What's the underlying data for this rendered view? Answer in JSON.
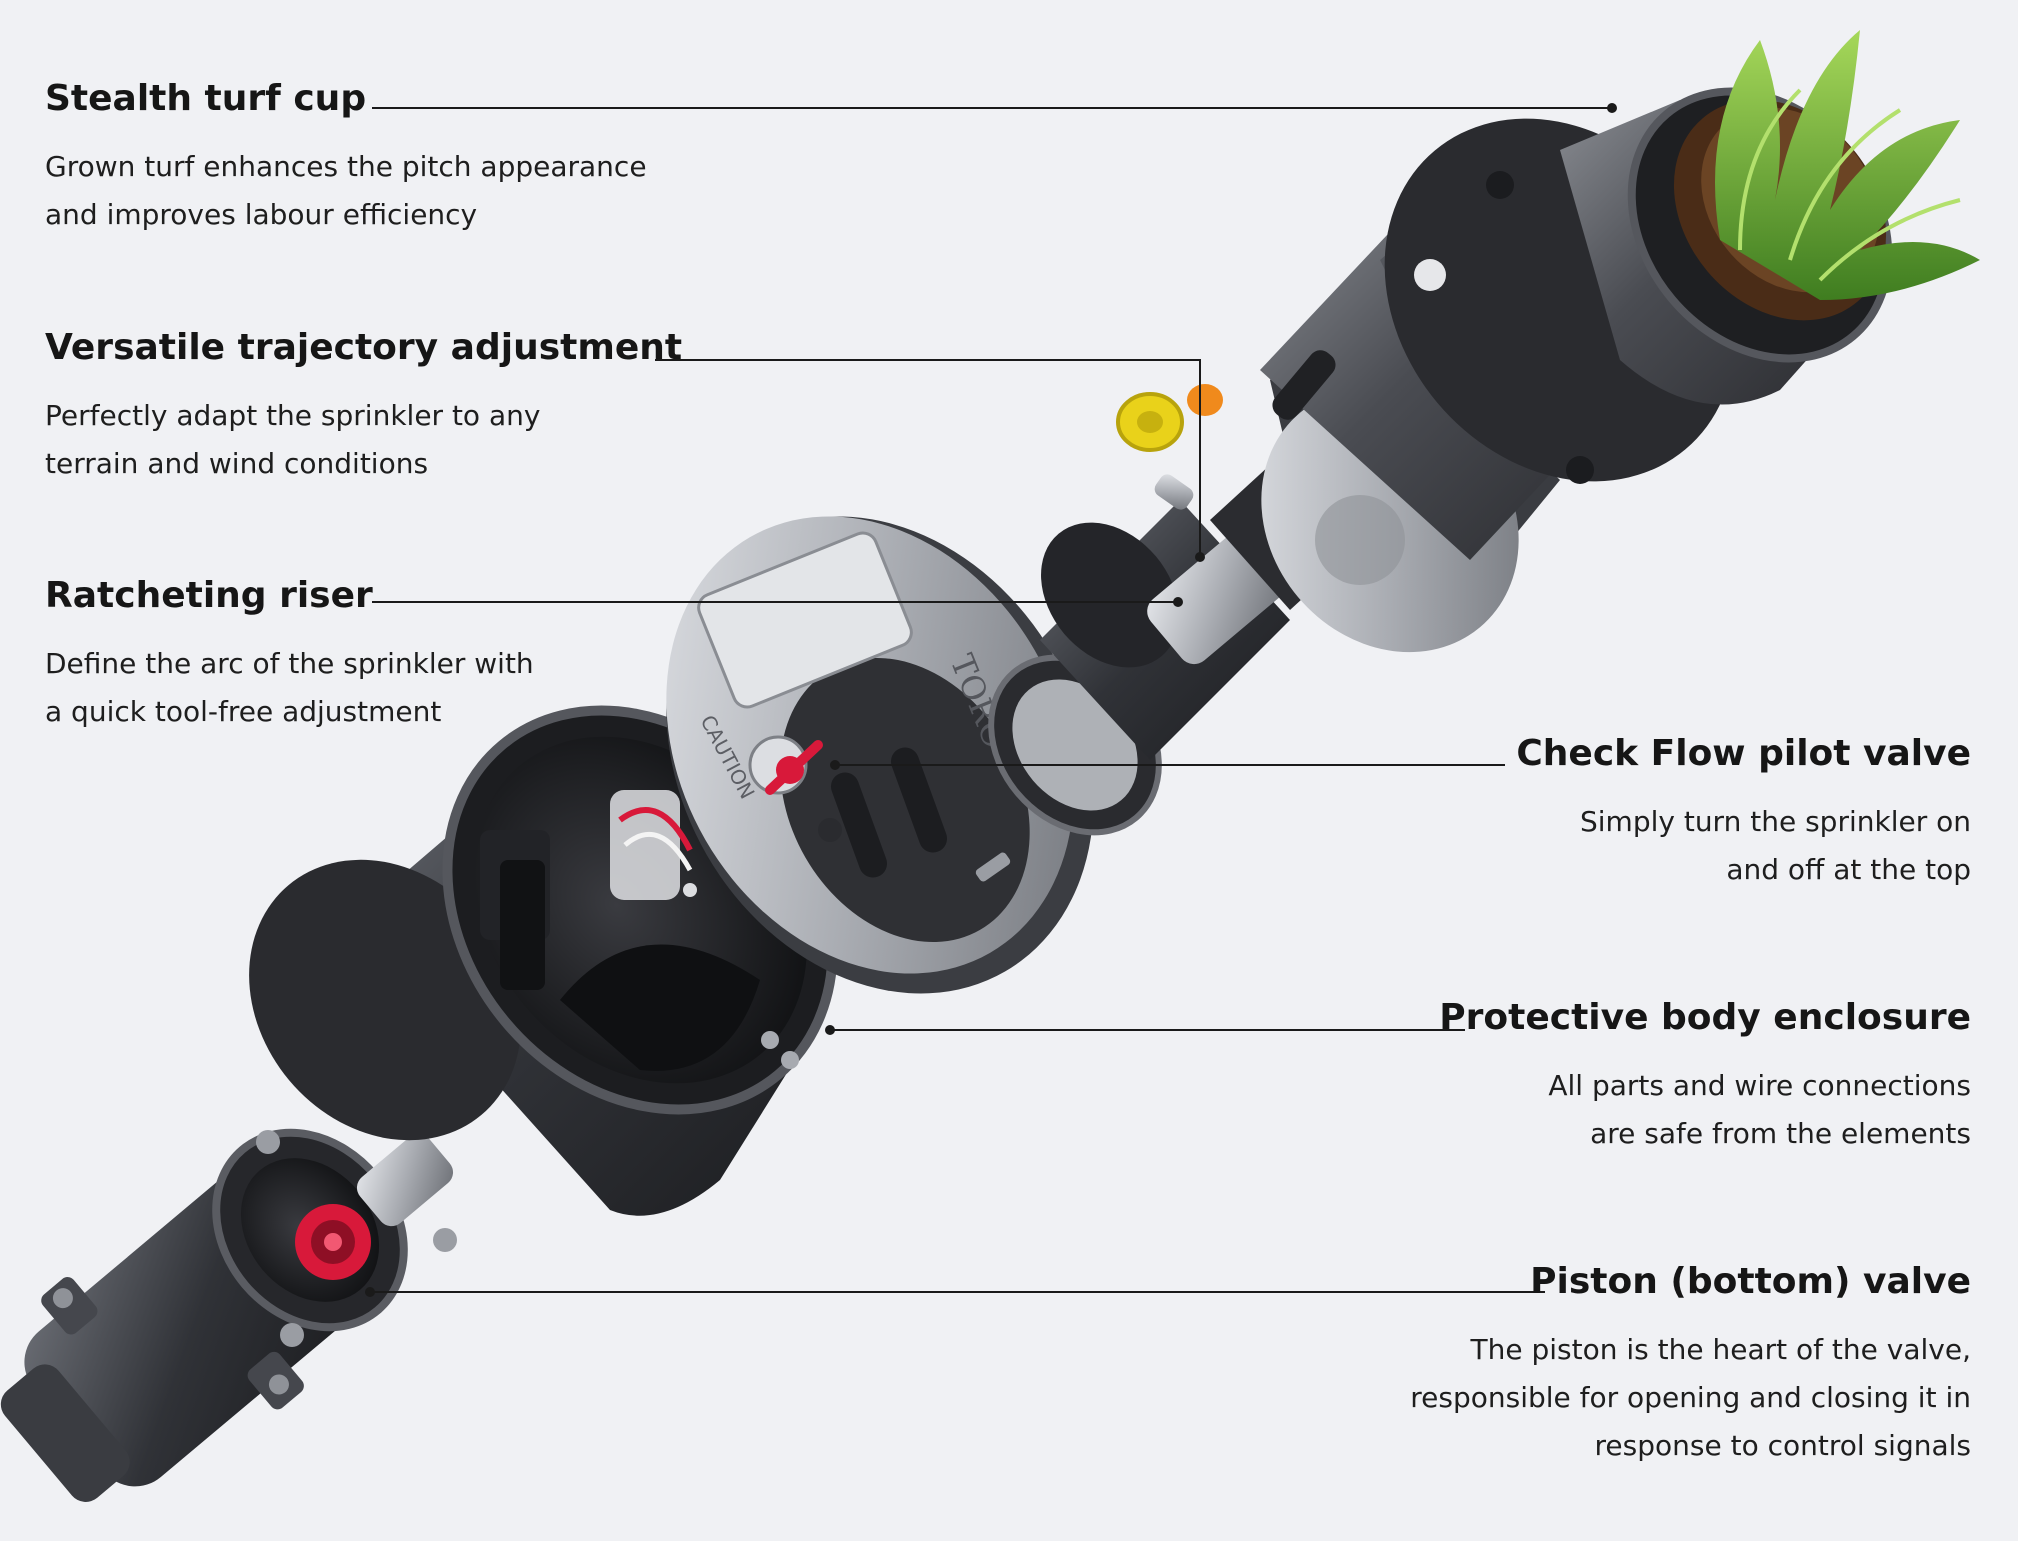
{
  "callouts": [
    {
      "title": "Stealth turf cup",
      "lines": [
        "Grown turf enhances the pitch appearance",
        "and improves labour efficiency"
      ]
    },
    {
      "title": "Versatile trajectory adjustment",
      "lines": [
        "Perfectly adapt the sprinkler to any",
        "terrain and wind conditions"
      ]
    },
    {
      "title": "Ratcheting riser",
      "lines": [
        "Define the arc of the sprinkler with",
        "a quick tool-free adjustment"
      ]
    },
    {
      "title": "Check Flow pilot valve",
      "lines": [
        "Simply turn the sprinkler on",
        "and off at the top"
      ]
    },
    {
      "title": "Protective body enclosure",
      "lines": [
        "All parts and wire connections",
        "are safe from the elements"
      ]
    },
    {
      "title": "Piston (bottom) valve",
      "lines": [
        "The piston is the heart of the valve,",
        "responsible for opening and closing it in",
        "response to control signals"
      ]
    }
  ],
  "product": {
    "brand_mark": "TORO",
    "caution_mark": "CAUTION"
  },
  "colors": {
    "background": "#f0f1f4",
    "text": "#141414",
    "leader_line": "#1a1a1a",
    "body_dark": "#2e2f33",
    "body_mid": "#4a4c52",
    "metal_light": "#b9bcc2",
    "turf_green": "#6aa83a",
    "soil": "#4a2c17",
    "accent_red": "#d8193a",
    "nozzle_yellow": "#e9d21a",
    "nozzle_orange": "#f08a1c"
  }
}
